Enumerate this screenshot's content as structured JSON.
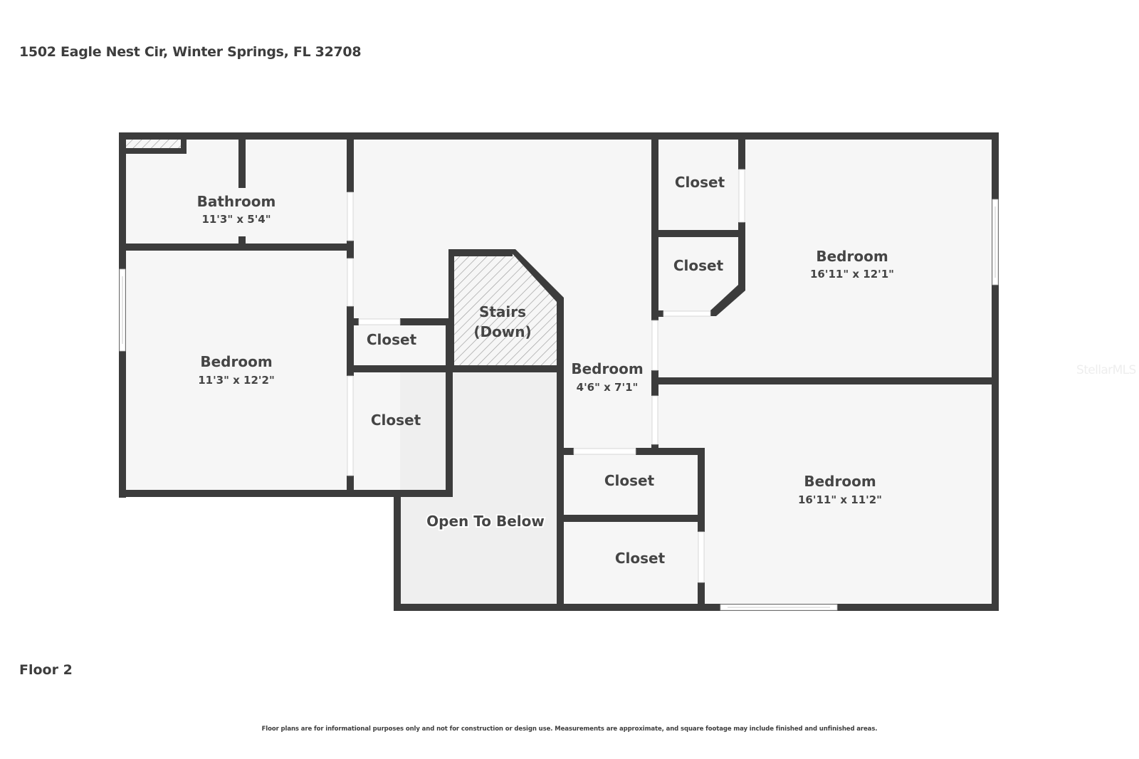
{
  "header": {
    "address": "1502 Eagle Nest Cir, Winter Springs, FL 32708"
  },
  "footer": {
    "floor_label": "Floor 2",
    "disclaimer": "Floor plans are for informational purposes only and not for construction or design use. Measurements are approximate, and square footage may include finished and unfinished areas."
  },
  "watermark": "StellarMLS",
  "colors": {
    "wall": "#3c3c3c",
    "floor": "#f6f6f6",
    "open_area": "#efefef",
    "door": "#ffffff",
    "hatch": "#9a9a9a"
  },
  "rooms": {
    "bathroom": {
      "name": "Bathroom",
      "dims": "11'3\" x 5'4\""
    },
    "bedroom_left": {
      "name": "Bedroom",
      "dims": "11'3\" x 12'2\""
    },
    "closet_left_small": {
      "name": "Closet"
    },
    "closet_left_large": {
      "name": "Closet"
    },
    "stairs": {
      "name": "Stairs",
      "sub": "(Down)"
    },
    "open_to_below": {
      "name": "Open To Below"
    },
    "bedroom_center": {
      "name": "Bedroom",
      "dims": "4'6\" x 7'1\""
    },
    "closet_top_right_1": {
      "name": "Closet"
    },
    "closet_top_right_2": {
      "name": "Closet"
    },
    "bedroom_top_right": {
      "name": "Bedroom",
      "dims": "16'11\" x 12'1\""
    },
    "bedroom_bottom_right": {
      "name": "Bedroom",
      "dims": "16'11\" x 11'2\""
    },
    "closet_bottom_center_1": {
      "name": "Closet"
    },
    "closet_bottom_center_2": {
      "name": "Closet"
    }
  }
}
